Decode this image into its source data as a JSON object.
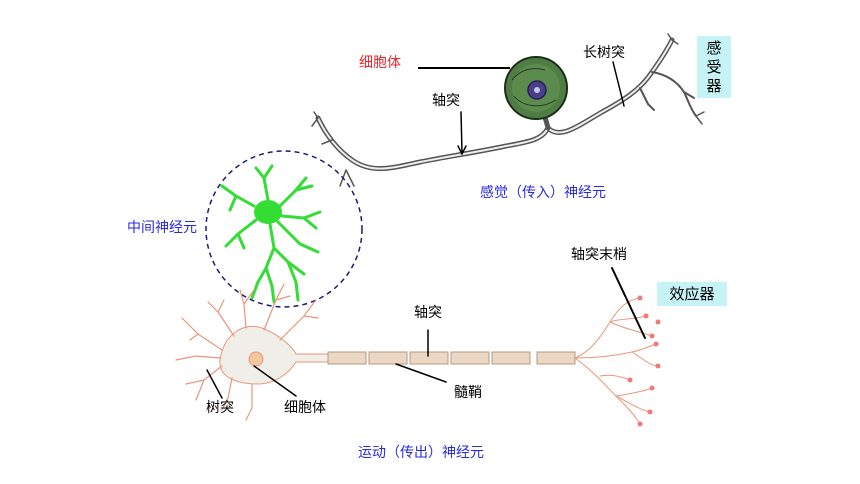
{
  "colors": {
    "label_black": "#000000",
    "label_red": "#e8262c",
    "label_blue": "#2a2ae0",
    "box_fill": "#c6f3f6",
    "interneuron_green": "#33dd33",
    "dash_circle": "#1a1a7a",
    "motor_pink": "#e8967a",
    "myelin_fill": "#ead8c4"
  },
  "sensory": {
    "cell_body_label": "细胞体",
    "long_dendrite_label": "长树突",
    "axon_label": "轴突",
    "receptor_chars": [
      "感",
      "受",
      "器"
    ],
    "neuron_label": "感觉（传入）神经元"
  },
  "interneuron": {
    "label": "中间神经元"
  },
  "motor": {
    "axon_label": "轴突",
    "axon_terminal_label": "轴突末梢",
    "effector_label": "效应器",
    "dendrite_label": "树突",
    "cell_body_label": "细胞体",
    "myelin_label": "髓鞘",
    "neuron_label": "运动（传出）神经元"
  }
}
